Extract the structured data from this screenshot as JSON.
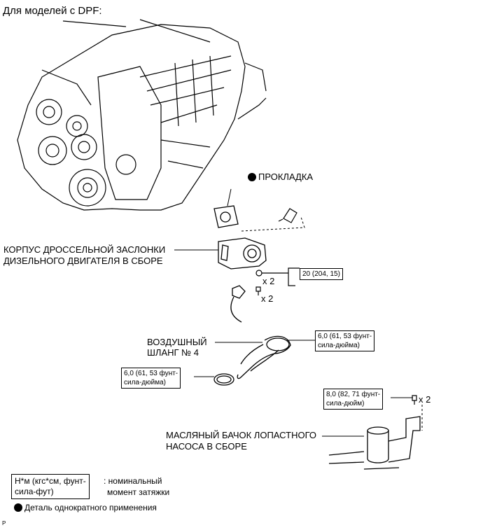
{
  "header": "Для моделей с DPF:",
  "labels": {
    "gasket": "ПРОКЛАДКА",
    "throttle_body_line1": "КОРПУС ДРОССЕЛЬНОЙ ЗАСЛОНКИ",
    "throttle_body_line2": "ДИЗЕЛЬНОГО ДВИГАТЕЛЯ В СБОРЕ",
    "air_hose_line1": "ВОЗДУШНЫЙ",
    "air_hose_line2": "ШЛАНГ № 4",
    "reservoir_line1": "МАСЛЯНЫЙ БАЧОК ЛОПАСТНОГО",
    "reservoir_line2": "НАСОСА В СБОРЕ"
  },
  "qty": {
    "nuts": "x 2",
    "bolts": "x 2",
    "reservoir_bolts": "x 2"
  },
  "torques": {
    "throttle": "20 (204, 15)",
    "hose_top_line1": "6,0 (61, 53 фунт-",
    "hose_top_line2": "сила-дюйма)",
    "clamp_line1": "6,0 (61, 53 фунт-",
    "clamp_line2": "сила-дюйма)",
    "reservoir_line1": "8,0 (82, 71 фунт-",
    "reservoir_line2": "сила-дюйм)"
  },
  "legend": {
    "torque_box_line1": "Н*м (кгс*см, фунт-",
    "torque_box_line2": "сила-фут)",
    "torque_desc_line1": ": номинальный",
    "torque_desc_line2": "момент затяжки",
    "non_reusable": "Деталь однократного применения"
  },
  "footer_mark": "P"
}
